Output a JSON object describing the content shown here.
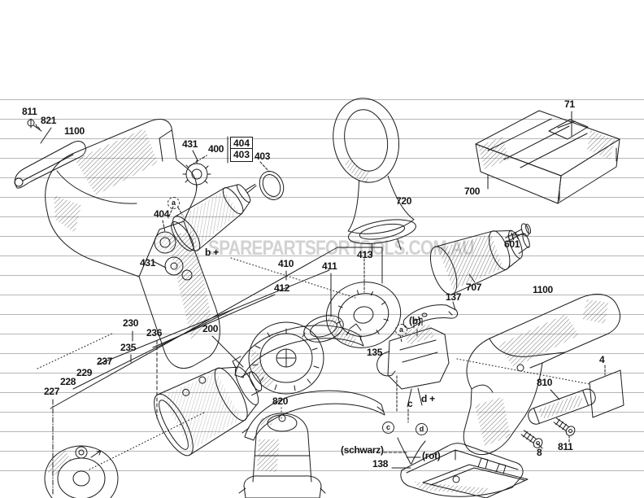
{
  "ink": "#1b1b1b",
  "ruled_line_color": "#9d9d9d",
  "watermark_color": "#c3c3c3",
  "watermark": "SPAREPARTSFORTOOLS.COM.AU",
  "labels": {
    "screw_top": "811",
    "clip_spring": "821",
    "housing_left": "1100",
    "gear_top": "431",
    "motor_assembly": "400",
    "boxed_upper": "404",
    "boxed_lower": "403",
    "o_ring": "403",
    "ref_a_top": "a",
    "bearing_left": "404",
    "gear_lower": "431",
    "ref_b_plus": "b +",
    "washer_410": "410",
    "ring_gear_411": "411",
    "washer_412": "412",
    "clutch_ring_413": "413",
    "loop_handle": "720",
    "battery_latch": "71",
    "battery_pack": "700",
    "chuck_screw": "601",
    "chuck": "707",
    "belt_clip": "137",
    "housing_right": "1100",
    "clutch_230": "230",
    "clutch_236": "236",
    "clutch_235": "235",
    "clutch_237": "237",
    "clutch_229": "229",
    "clutch_228": "228",
    "clutch_227": "227",
    "gearbox": "200",
    "switch": "135",
    "ref_b_paren": "(b)",
    "ref_a_switch": "a",
    "motor": "820",
    "label_plate": "4",
    "grip_inlay": "810",
    "screw_8": "8",
    "screw_811_right": "811",
    "wire_black": "(schwarz)",
    "wire_red": "(rot)",
    "terminal_plate": "138",
    "ref_c_circle": "c",
    "ref_d_circle": "d",
    "ref_c_small": "c",
    "ref_d_plus": "d +"
  }
}
